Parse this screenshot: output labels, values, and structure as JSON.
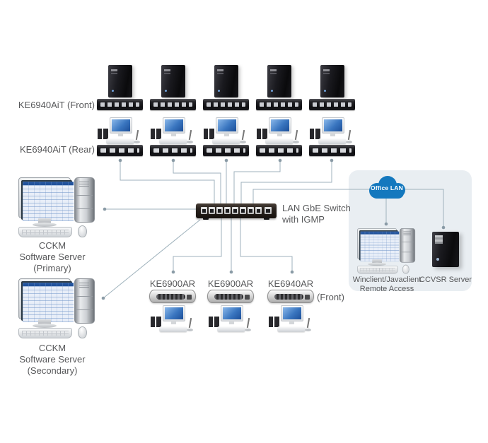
{
  "top_section": {
    "front_label": "KE6940AiT (Front)",
    "rear_label": "KE6940AiT (Rear)"
  },
  "switch": {
    "label_line1": "LAN GbE Switch",
    "label_line2": "with IGMP"
  },
  "office_panel": {
    "cloud_label": "Office LAN",
    "remote_label_line1": "Winclient/Javaclient",
    "remote_label_line2": "Remote Access",
    "ccvsr_label": "CCVSR Server"
  },
  "cckm_primary": {
    "line1": "CCKM",
    "line2": "Software Server",
    "line3": "(Primary)"
  },
  "cckm_secondary": {
    "line1": "CCKM",
    "line2": "Software Server",
    "line3": "(Secondary)"
  },
  "bottom_section": {
    "unit1_label": "KE6900AR",
    "unit2_label": "KE6900AR",
    "unit3_label": "KE6940AR",
    "front_note": "(Front)"
  },
  "colors": {
    "cloud_blue": "#1478be",
    "line_gray": "#9fb2bc",
    "panel_bg": "#e9eef2",
    "text_gray": "#58595b"
  }
}
